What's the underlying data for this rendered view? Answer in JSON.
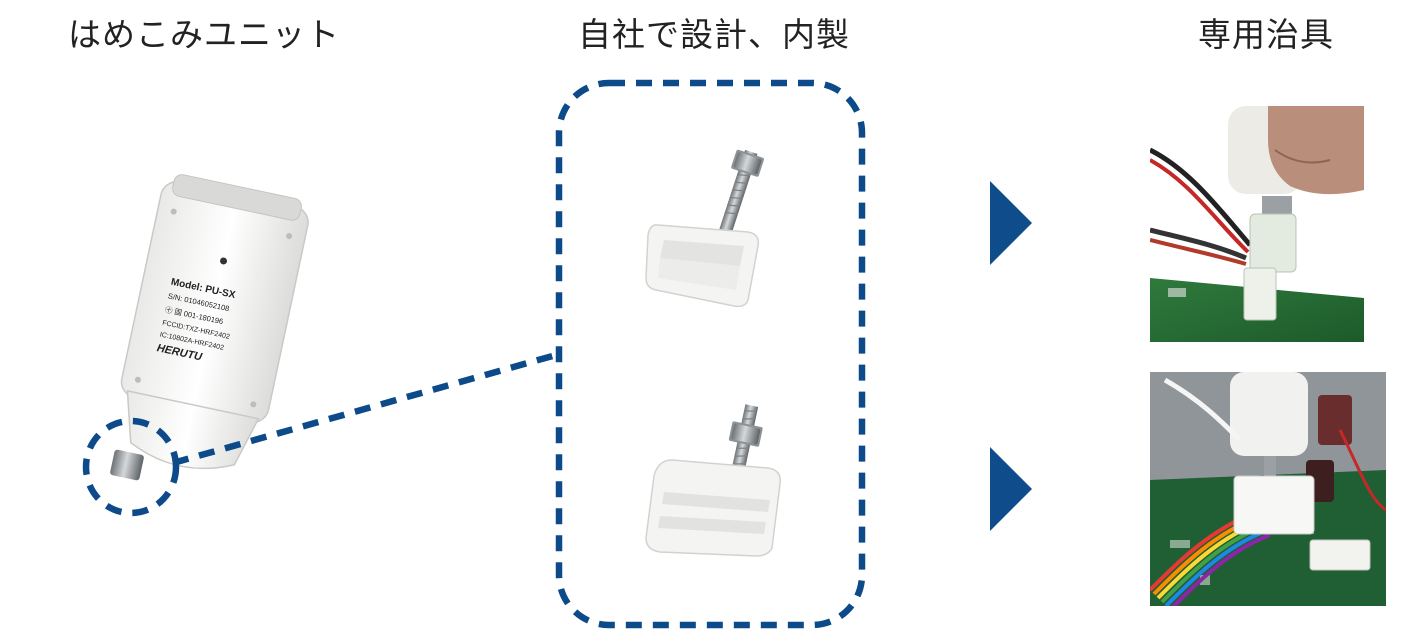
{
  "headings": {
    "press_fit_unit": "はめこみユニット",
    "in_house": "自社で設計、内製",
    "dedicated_jig": "専用治具"
  },
  "device_label": {
    "model": "Model: PU-SX",
    "serial": "S/N: 01046052108",
    "cert": "㊉ 固 001-180196",
    "fcc": "FCCID:TXZ-HRF2402",
    "ic": "IC:10802A-HRF2402",
    "brand": "HERUTU"
  },
  "colors": {
    "accent": "#0d4a8a",
    "arrow": "#0f4c8c"
  }
}
